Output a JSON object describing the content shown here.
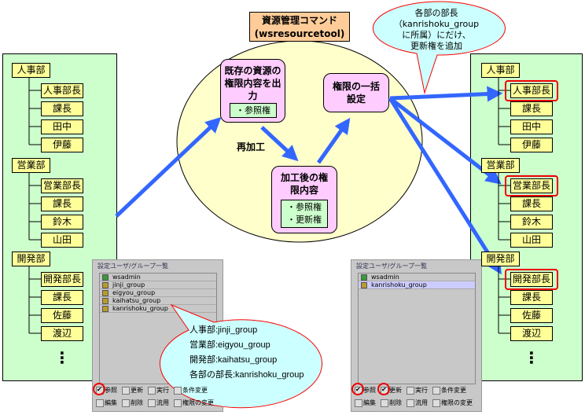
{
  "tool": {
    "title": "資源管理コマンド",
    "subtitle": "(wsresourcetool)"
  },
  "steps": {
    "export": {
      "label": "既存の資源の権限内容を出力",
      "perms": [
        "・参照権"
      ]
    },
    "edited": {
      "label": "加工後の権限内容",
      "perms": [
        "・参照権",
        "・更新権"
      ]
    },
    "apply": {
      "label": "権限の一括設定"
    },
    "reprocess": "再加工"
  },
  "callout_top": [
    "各部の部長",
    "（kanrishoku_group",
    "に所属）にだけ、",
    "更新権を追加"
  ],
  "callout_bottom": [
    "人事部:jinji_group",
    "営業部:eigyou_group",
    "開発部:kaihatsu_group",
    "各部の部長:kanrishoku_group"
  ],
  "org": [
    {
      "dept": "人事部",
      "members": [
        "人事部長",
        "課長",
        "田中",
        "伊藤"
      ]
    },
    {
      "dept": "営業部",
      "members": [
        "営業部長",
        "課長",
        "鈴木",
        "山田"
      ]
    },
    {
      "dept": "開発部",
      "members": [
        "開発部長",
        "課長",
        "佐藤",
        "渡辺"
      ]
    }
  ],
  "ellipsis": "⋮",
  "highlighted_members": [
    "人事部長",
    "営業部長",
    "開発部長"
  ],
  "dialog_before": {
    "legend": "設定ユーザ/グループ一覧",
    "rows": [
      "wsadmin",
      "jinji_group",
      "eigyou_group",
      "kaihatsu_group",
      "kanrishoku_group"
    ],
    "checks": [
      {
        "label": "参照",
        "on": true
      },
      {
        "label": "更新",
        "on": false
      },
      {
        "label": "実行",
        "on": false
      },
      {
        "label": "条件変更",
        "on": false
      },
      {
        "label": "編集",
        "on": false
      },
      {
        "label": "削除",
        "on": false
      },
      {
        "label": "流用",
        "on": false
      },
      {
        "label": "権限の変更",
        "on": false
      }
    ]
  },
  "dialog_after": {
    "legend": "設定ユーザ/グループ一覧",
    "rows": [
      "wsadmin",
      "kanrishoku_group"
    ],
    "selected": "kanrishoku_group",
    "checks": [
      {
        "label": "参照",
        "on": true
      },
      {
        "label": "更新",
        "on": true
      },
      {
        "label": "実行",
        "on": false
      },
      {
        "label": "条件変更",
        "on": false
      },
      {
        "label": "編集",
        "on": false
      },
      {
        "label": "削除",
        "on": false
      },
      {
        "label": "流用",
        "on": false
      },
      {
        "label": "権限の変更",
        "on": false
      }
    ]
  },
  "colors": {
    "arrow": "#3366ff",
    "callout": "#ccffff",
    "callout_border": "#ff0000",
    "ellipse": "#ffffcc",
    "panel": "#ccffcc",
    "node": "#ffff99",
    "step": "#ffccff",
    "tool": "#ffcc99"
  }
}
